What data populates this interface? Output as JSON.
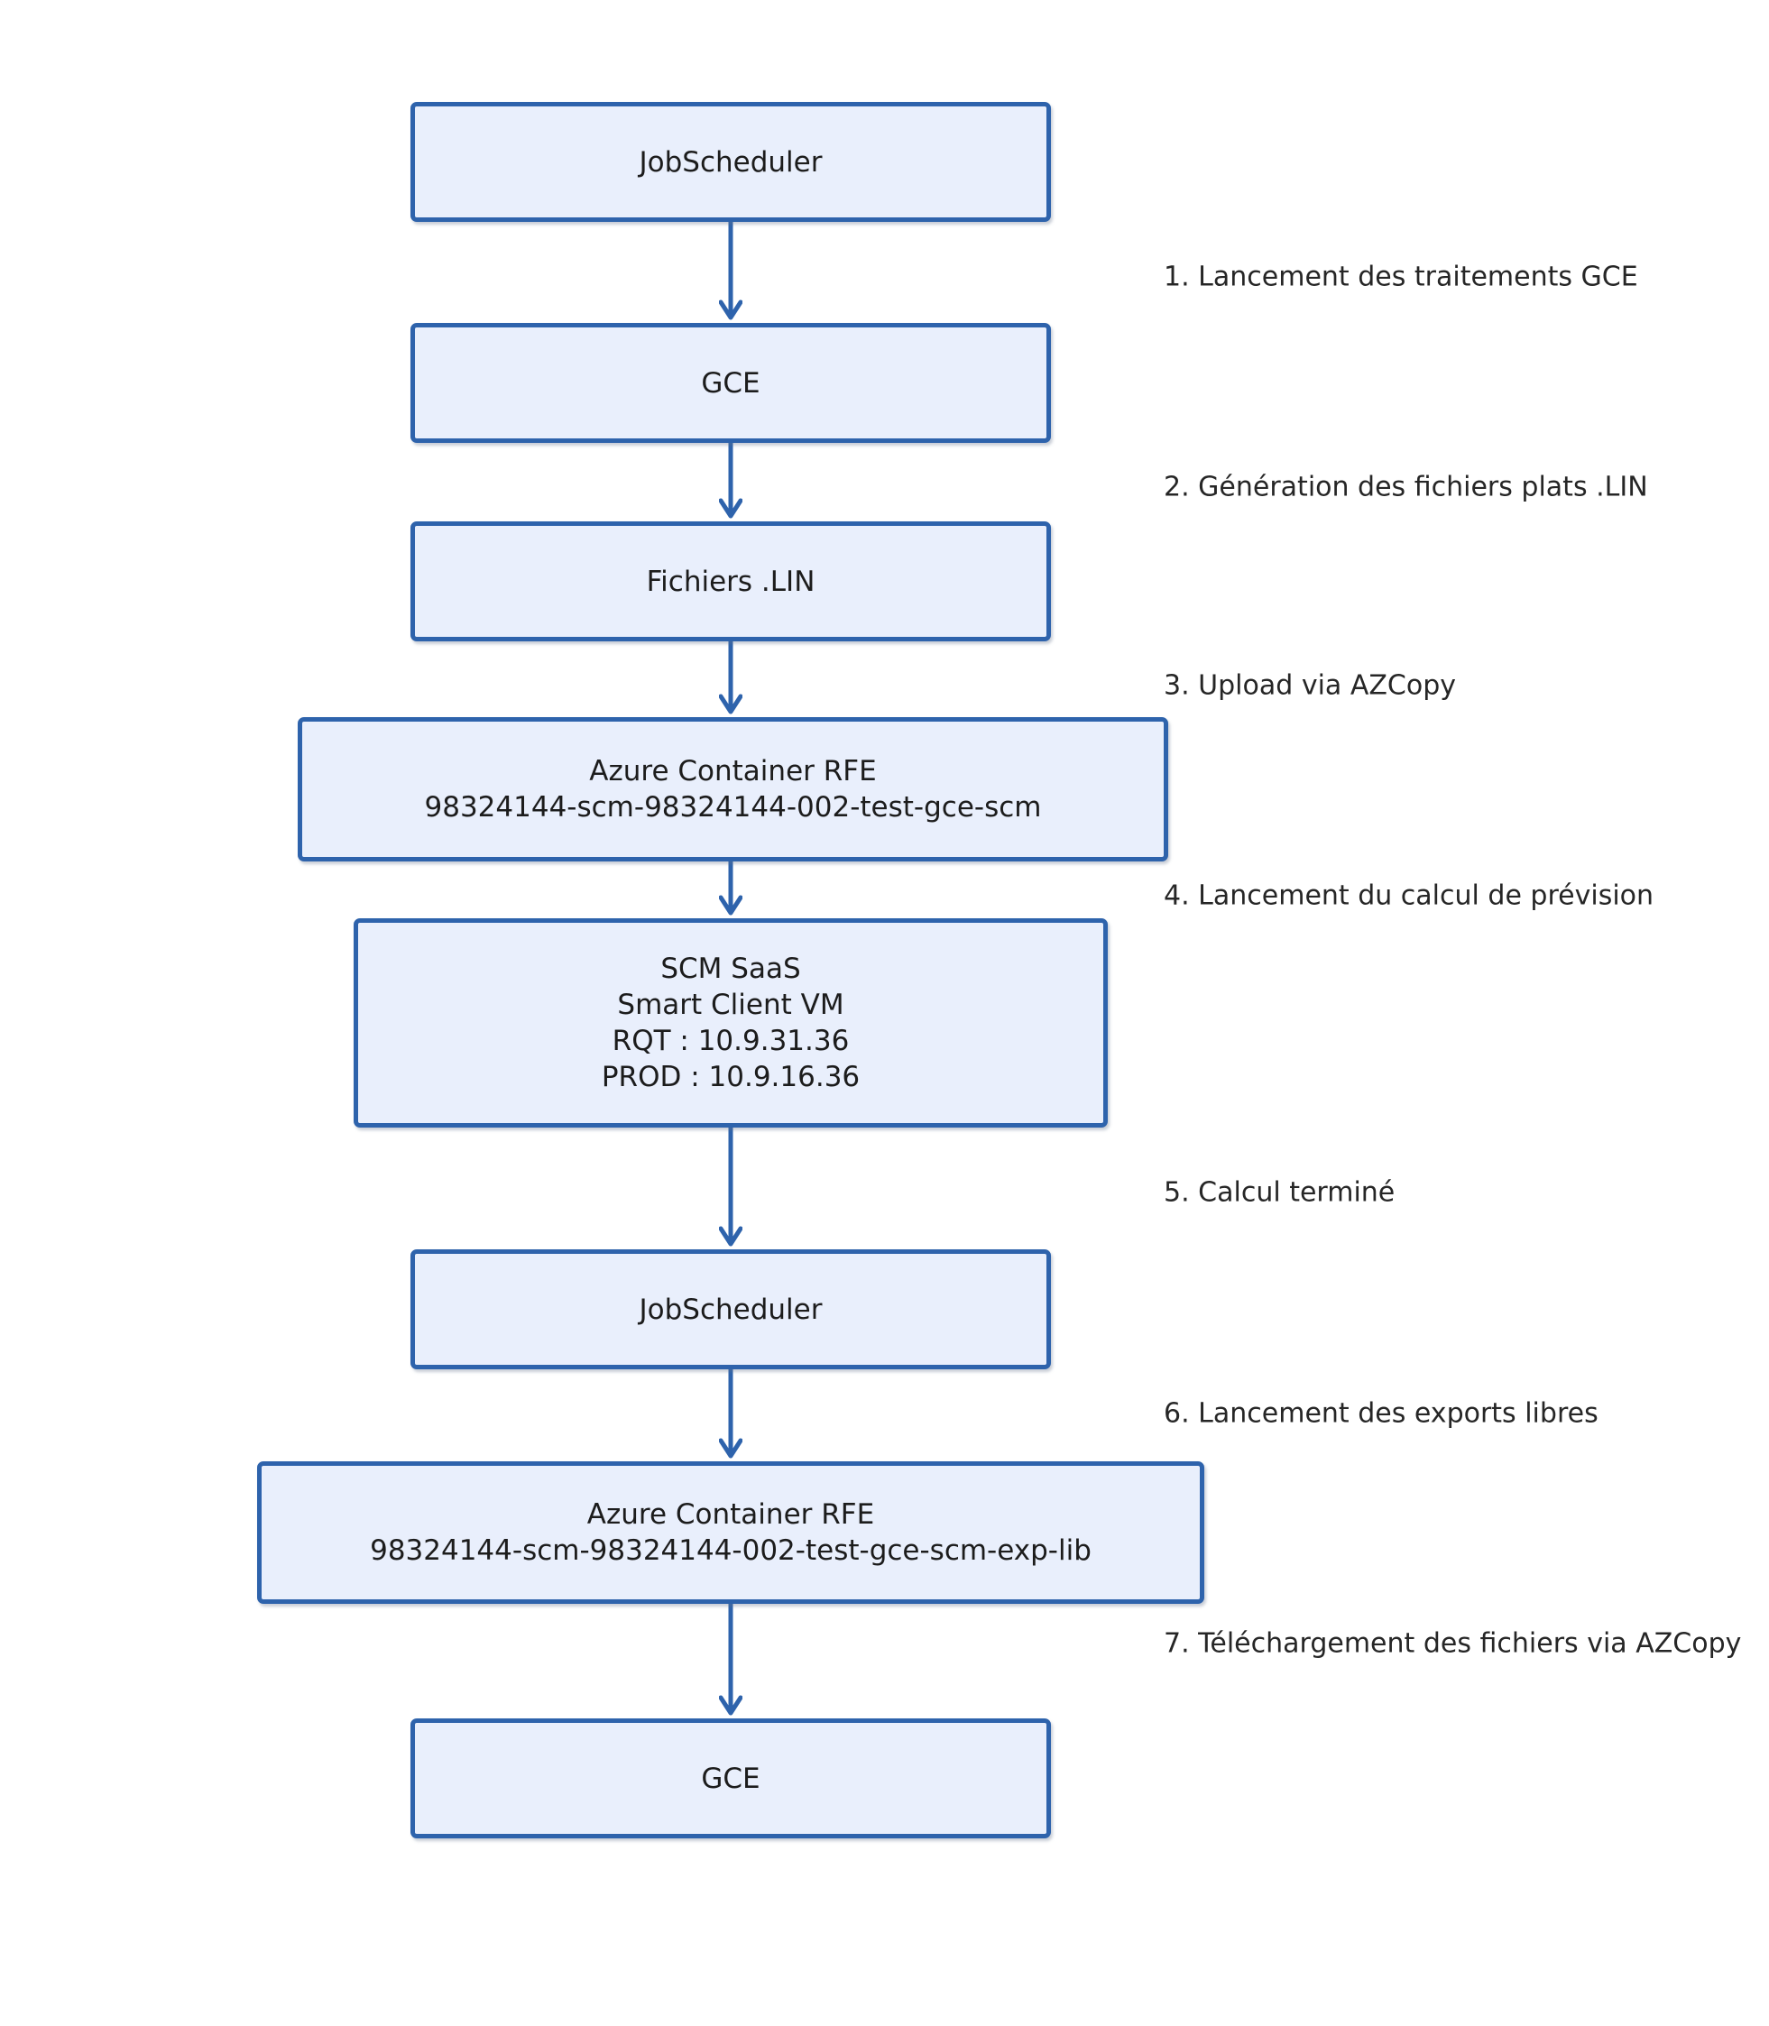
{
  "diagram": {
    "nodes": [
      {
        "id": "jobscheduler-1",
        "lines": [
          "JobScheduler"
        ]
      },
      {
        "id": "gce-1",
        "lines": [
          "GCE"
        ]
      },
      {
        "id": "fichiers-lin",
        "lines": [
          "Fichiers .LIN"
        ]
      },
      {
        "id": "azure-container-rfe-1",
        "lines": [
          "Azure Container RFE",
          "98324144-scm-98324144-002-test-gce-scm"
        ]
      },
      {
        "id": "scm-saas-vm",
        "lines": [
          "SCM SaaS",
          "Smart Client VM",
          "RQT : 10.9.31.36",
          "PROD : 10.9.16.36"
        ]
      },
      {
        "id": "jobscheduler-2",
        "lines": [
          "JobScheduler"
        ]
      },
      {
        "id": "azure-container-rfe-2",
        "lines": [
          "Azure Container RFE",
          "98324144-scm-98324144-002-test-gce-scm-exp-lib"
        ]
      },
      {
        "id": "gce-2",
        "lines": [
          "GCE"
        ]
      }
    ],
    "steps": [
      "1. Lancement des traitements GCE",
      "2. Génération des fichiers plats .LIN",
      "3. Upload via AZCopy",
      "4. Lancement du calcul de prévision",
      "5. Calcul terminé",
      "6. Lancement des exports libres",
      "7. Téléchargement des fichiers via AZCopy"
    ],
    "colors": {
      "box_fill": "#e9effc",
      "box_border": "#2e63ac",
      "arrow": "#2e63ac",
      "text": "#1c1c1c",
      "background": "#ffffff"
    }
  }
}
